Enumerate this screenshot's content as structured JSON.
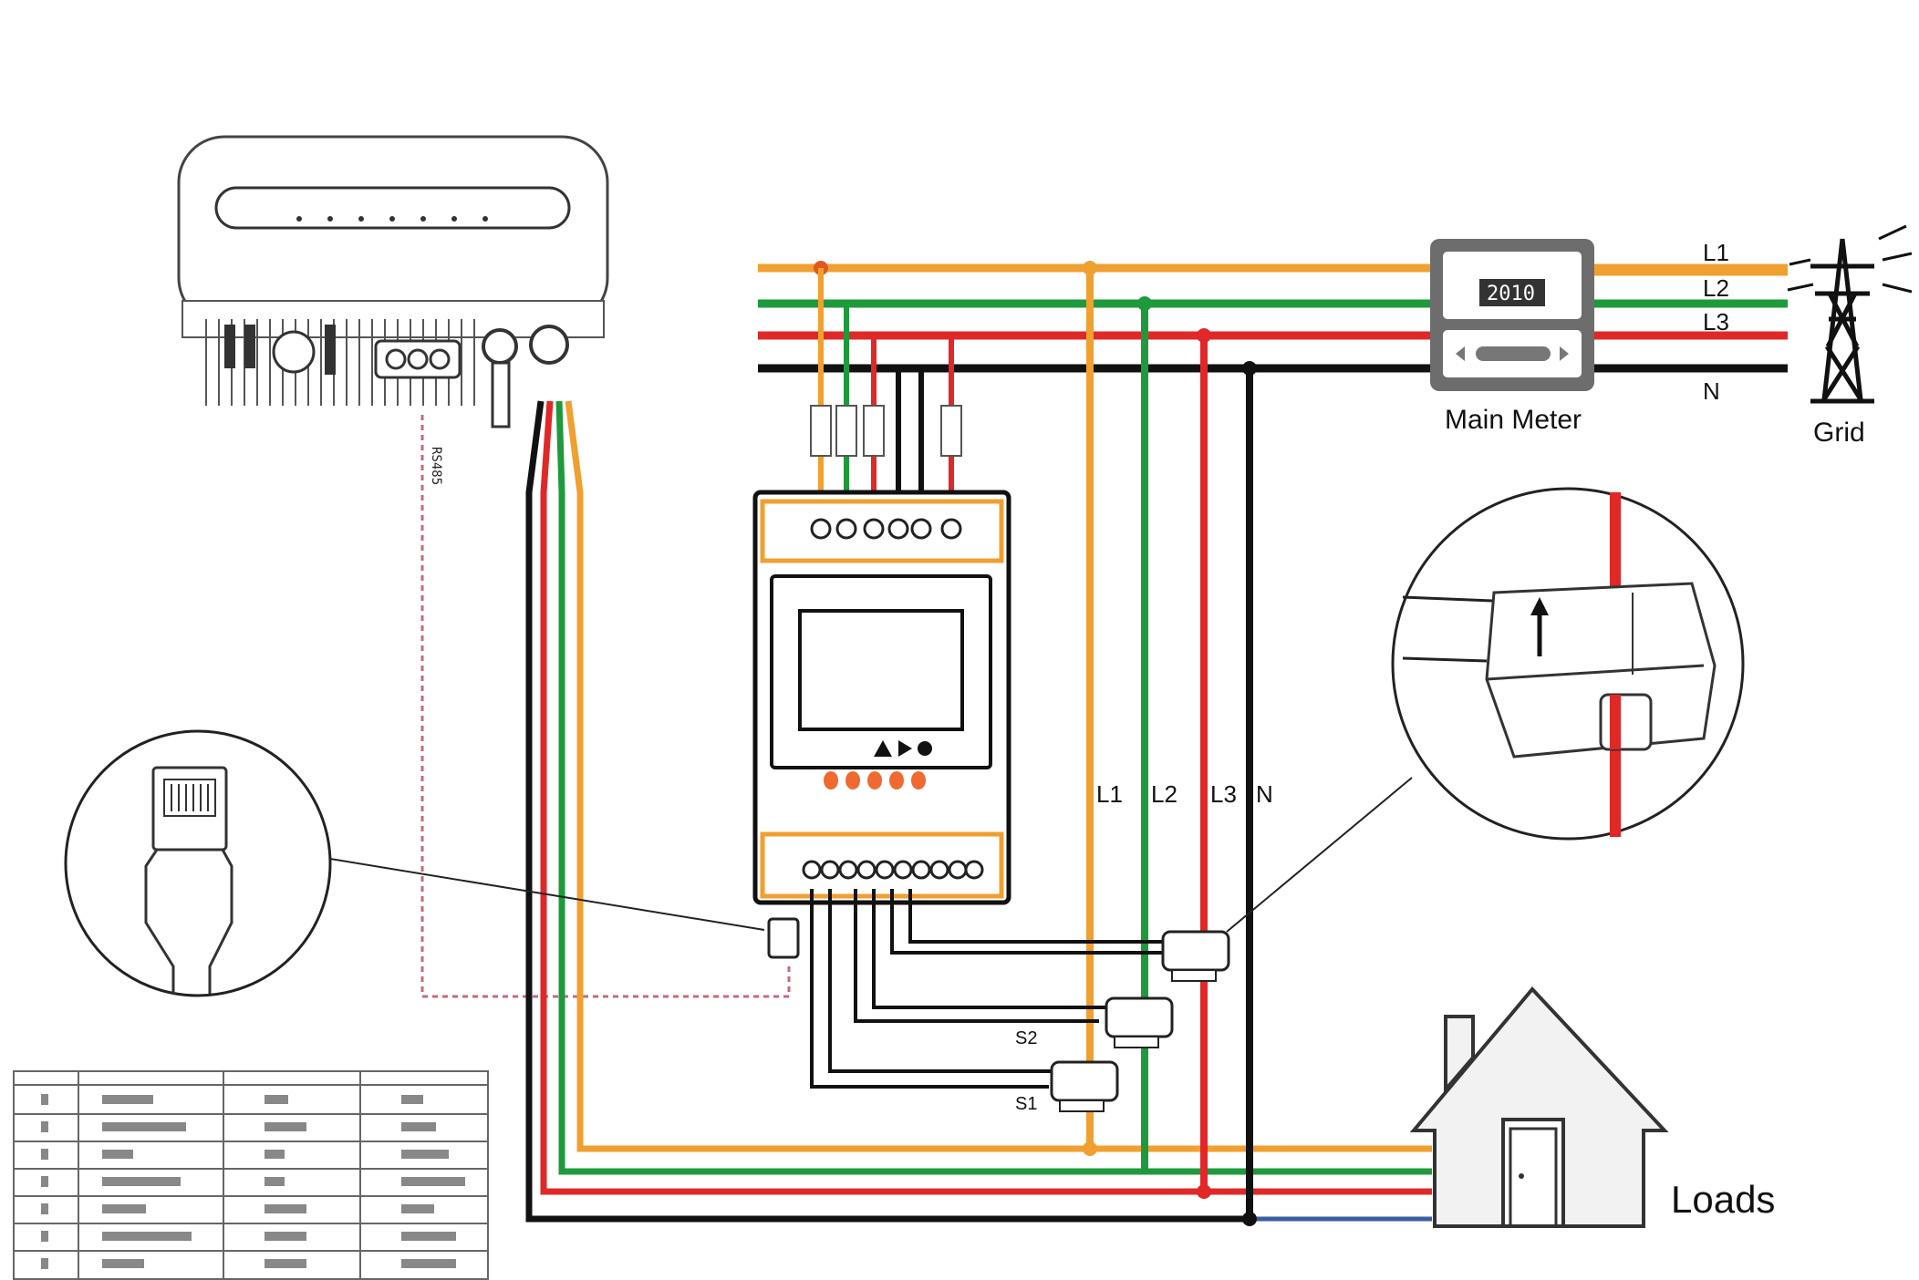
{
  "colors": {
    "l1": "#f0a030",
    "l2": "#1e9a3c",
    "l3": "#e02828",
    "neutral": "#111111",
    "dashed": "#c46a7a",
    "meter_frame": "#f0a030",
    "button": "#ee6a30",
    "gray": "#6d6d6d"
  },
  "icons": {
    "inverter": "inverter-icon",
    "main_meter": "main-meter-icon",
    "grid": "pylon-icon",
    "loads": "house-icon",
    "rj45": "rj45-connector-icon",
    "ct_clamp": "ct-clamp-icon"
  },
  "labels": {
    "grid_l1": "L1",
    "grid_l2": "L2",
    "grid_l3": "L3",
    "grid_n": "N",
    "main_meter": "Main Meter",
    "grid": "Grid",
    "loads": "Loads",
    "bus_l1": "L1",
    "bus_l2": "L2",
    "bus_l3": "L3",
    "bus_n": "N",
    "ct_s1": "S1",
    "ct_s2": "S2",
    "meter_display": "2010"
  }
}
